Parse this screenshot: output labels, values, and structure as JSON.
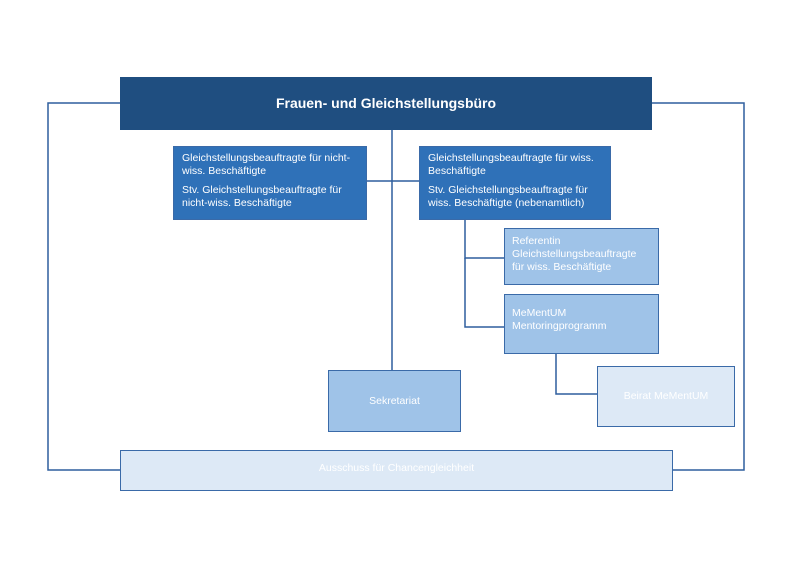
{
  "diagram": {
    "title": "Frauen- und Gleichstellungsbüro",
    "left_unit": {
      "line1": "Gleichstellungsbeauftragte für nicht-wiss. Beschäftigte",
      "line2": "Stv. Gleichstellungsbeauftragte für nicht-wiss. Beschäftigte"
    },
    "right_unit": {
      "line1": "Gleichstellungsbeauftragte für wiss. Beschäftigte",
      "line2": "Stv. Gleichstellungsbeauftragte für wiss. Beschäftigte (nebenamtlich)"
    },
    "referentin": "Referentin Gleichstellungsbeauftragte für wiss. Beschäftigte",
    "mentum": "MeMentUM Mentoringprogramm",
    "beirat": "Beirat MeMentUM",
    "sekretariat": "Sekretariat",
    "ausschuss": "Ausschuss für Chancengleichheit"
  },
  "colors": {
    "dark_fill": "#1f4e80",
    "mid_fill": "#2f71b8",
    "light_fill": "#9fc3e8",
    "pale_fill": "#dde9f6",
    "connector": "#2f5f9e"
  }
}
